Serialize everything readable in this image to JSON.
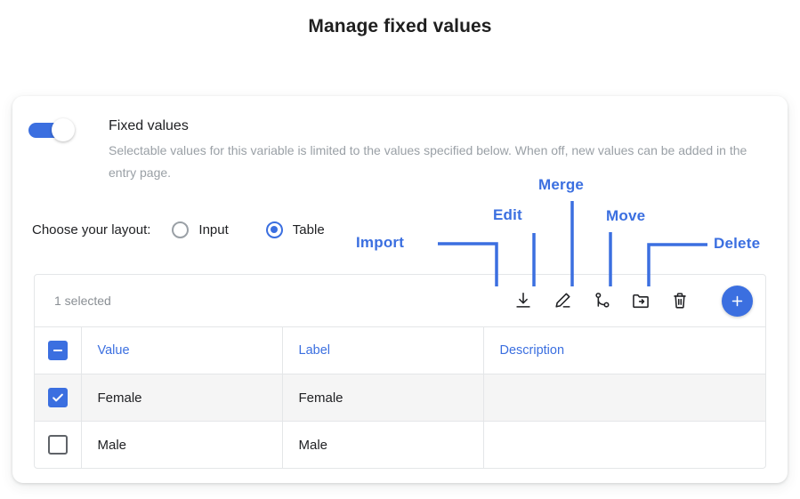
{
  "page": {
    "title": "Manage fixed values"
  },
  "settings": {
    "toggle": {
      "name": "fixed-values-toggle",
      "state": "on",
      "title": "Fixed values",
      "description": "Selectable values for this variable is limited to the values specified below. When off, new values can be added in the entry page."
    },
    "layout": {
      "label": "Choose your layout:",
      "options": [
        {
          "label": "Input",
          "selected": false
        },
        {
          "label": "Table",
          "selected": true
        }
      ]
    }
  },
  "table": {
    "toolbar": {
      "selected_text": "1 selected",
      "actions": [
        {
          "icon": "download-icon",
          "name": "import-action"
        },
        {
          "icon": "pencil-icon",
          "name": "edit-action"
        },
        {
          "icon": "merge-branch-icon",
          "name": "merge-action"
        },
        {
          "icon": "folder-arrow-icon",
          "name": "move-action"
        },
        {
          "icon": "trash-icon",
          "name": "delete-action"
        }
      ],
      "add_button": {
        "icon": "plus-icon",
        "name": "add-value-button"
      }
    },
    "header_checkbox_state": "indeterminate",
    "columns": [
      "Value",
      "Label",
      "Description"
    ],
    "rows": [
      {
        "checked": true,
        "value": "Female",
        "label": "Female",
        "description": ""
      },
      {
        "checked": false,
        "value": "Male",
        "label": "Male",
        "description": ""
      }
    ]
  },
  "annotations": {
    "color": "#3b6fe0",
    "items": [
      {
        "text": "Import",
        "target": "import-action"
      },
      {
        "text": "Edit",
        "target": "edit-action"
      },
      {
        "text": "Merge",
        "target": "merge-action"
      },
      {
        "text": "Move",
        "target": "move-action"
      },
      {
        "text": "Delete",
        "target": "delete-action"
      }
    ]
  }
}
